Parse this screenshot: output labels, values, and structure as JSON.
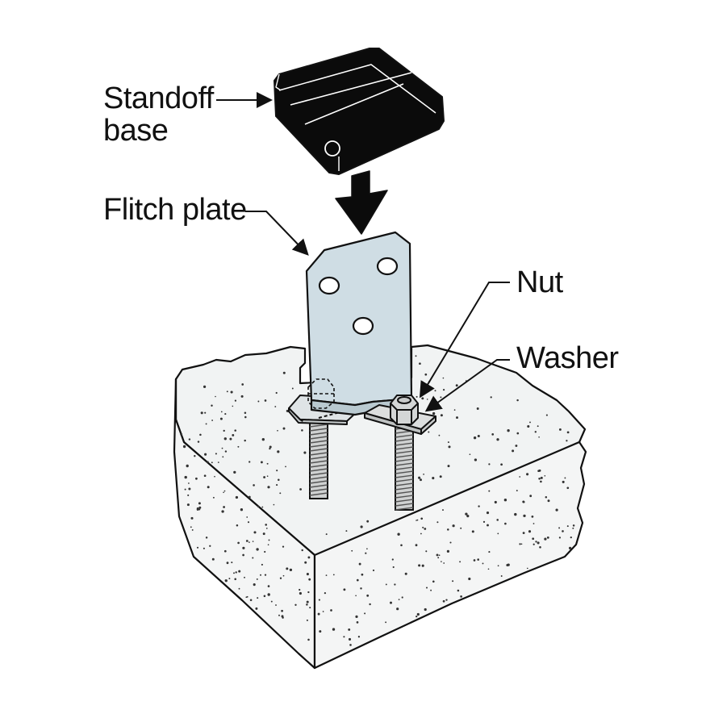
{
  "labels": {
    "standoff_line1": "Standoff",
    "standoff_line2": "base",
    "flitch_plate": "Flitch plate",
    "nut": "Nut",
    "washer": "Washer"
  },
  "colors": {
    "standoff_base": "#0b0b0b",
    "flitch_plate": "#cfdde4",
    "concrete_top": "#f1f3f3",
    "concrete_side": "#f4f5f5",
    "hardware": "#d2d4d4",
    "outline": "#111111"
  }
}
